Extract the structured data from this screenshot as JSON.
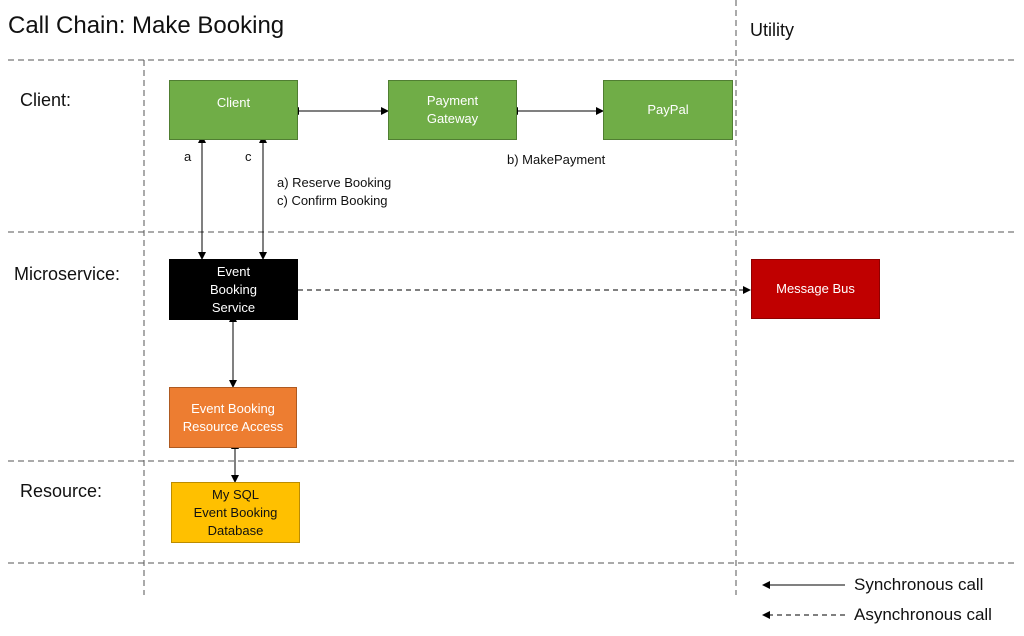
{
  "title": "Call Chain: Make Booking",
  "utility_label": "Utility",
  "lanes": {
    "client": "Client:",
    "microservice": "Microservice:",
    "resource": "Resource:"
  },
  "boxes": {
    "client": "Client",
    "payment_gateway": "Payment\nGateway",
    "paypal": "PayPal",
    "event_booking_service": "Event\nBooking\nService",
    "message_bus": "Message Bus",
    "resource_access": "Event Booking\nResource Access",
    "database": "My SQL\nEvent Booking\nDatabase"
  },
  "annotations": {
    "a": "a",
    "c": "c",
    "reserve": "a) Reserve Booking",
    "confirm": "c) Confirm Booking",
    "make_payment": "b) MakePayment"
  },
  "legend": {
    "sync": "Synchronous call",
    "async": "Asynchronous call"
  },
  "colors": {
    "client_layer": "#70ad47",
    "service": "#000000",
    "utility": "#c00000",
    "resource_access": "#ed7d31",
    "resource": "#ffc000"
  }
}
